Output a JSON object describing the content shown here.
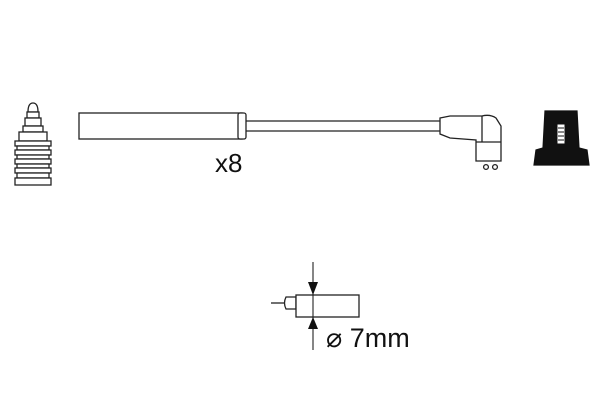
{
  "diagram": {
    "quantity_label": "x8",
    "diameter_label": "⌀ 7mm",
    "colors": {
      "stroke": "#222222",
      "fill_dark": "#111111",
      "background": "#ffffff"
    },
    "icons": {
      "left_terminal": "spark-plug-terminal-icon",
      "right_terminal": "distributor-cap-terminal-icon",
      "cable": "ignition-cable",
      "cross_section": "cable-diameter-diagram"
    }
  }
}
